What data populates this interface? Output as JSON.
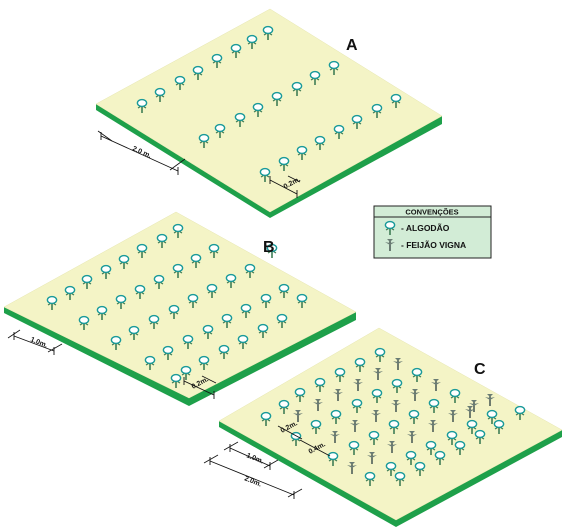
{
  "panels": [
    {
      "id": "A",
      "label": "A",
      "dims": [
        "2.0 m.",
        "0.2m."
      ]
    },
    {
      "id": "B",
      "label": "B",
      "dims": [
        "1.0m.",
        "0.2m."
      ]
    },
    {
      "id": "C",
      "label": "C",
      "dims": [
        "0.2m.",
        "0.4m.",
        "1.0m.",
        "2.0m."
      ]
    }
  ],
  "legend": {
    "title": "CONVENÇÕES",
    "items": [
      {
        "symbol": "algodao-icon",
        "text": "-  ALGODÃO"
      },
      {
        "symbol": "feijao-icon",
        "text": "-  FEIJÃO VIGNA"
      }
    ]
  },
  "colors": {
    "field": "#f4f4c6",
    "field_edge": "#1ea04a",
    "legend_bg": "#d2ecd6",
    "algodao_head": "#ffffff",
    "algodao_outline": "#1a9a9a",
    "stem": "#3f7d55",
    "feijao": "#6a7c74"
  }
}
